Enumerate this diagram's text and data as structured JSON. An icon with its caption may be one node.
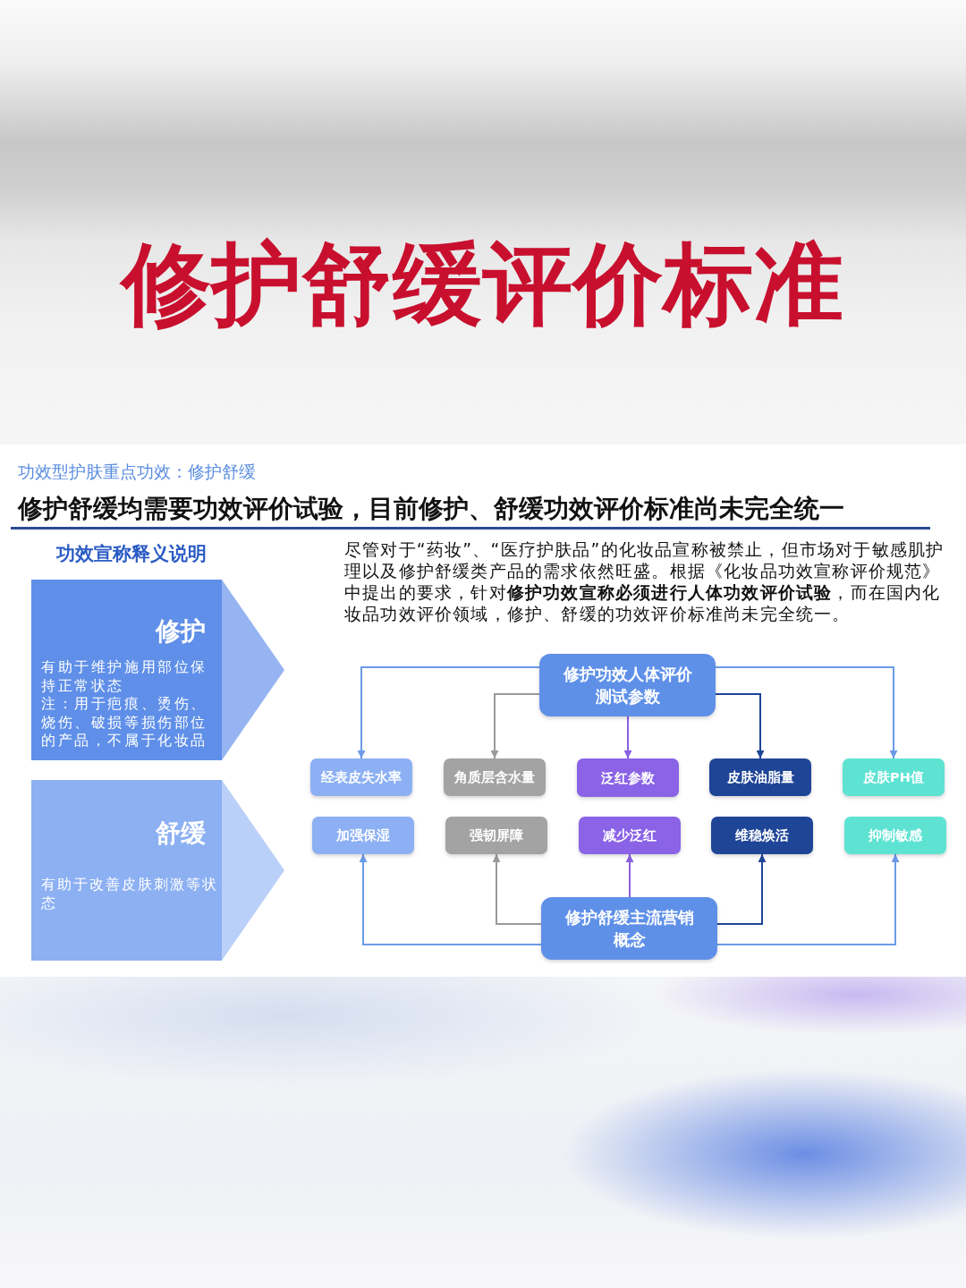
{
  "diagram": {
    "title": "修护舒缓评价标准",
    "nodes": [
      {
        "text": [
          "修护",
          "有助于维护施用部位保持正常状态",
          "注：用于疤痕、烫伤、烧伤、破损等损伤部位的产品，不属于化妆品"
        ]
      },
      {
        "text": [
          "舒缓",
          "有助于改善皮肤刺激等状态"
        ]
      },
      {
        "text": [
          "修护功效人体评价测试参数"
        ]
      },
      {
        "text": [
          "经表皮失水率"
        ]
      },
      {
        "text": [
          "角质层含水量"
        ]
      },
      {
        "text": [
          "泛红参数"
        ]
      },
      {
        "text": [
          "皮肤油脂量"
        ]
      },
      {
        "text": [
          "皮肤PH值"
        ]
      },
      {
        "text": [
          "加强保湿"
        ]
      },
      {
        "text": [
          "强韧屏障"
        ]
      },
      {
        "text": [
          "减少泛红"
        ]
      },
      {
        "text": [
          "维稳焕活"
        ]
      },
      {
        "text": [
          "抑制敏感"
        ]
      },
      {
        "text": [
          "修护舒缓主流营销概念"
        ]
      }
    ],
    "edges": [
      {
        "from": 2,
        "to": 3,
        "arrow": "to"
      },
      {
        "from": 2,
        "to": 4,
        "arrow": "to",
        "color": "#9a9a9a"
      },
      {
        "from": 2,
        "to": 5,
        "arrow": "to",
        "color": "#8a5fe0"
      },
      {
        "from": 2,
        "to": 6,
        "arrow": "to",
        "color": "#1f4597"
      },
      {
        "from": 2,
        "to": 7,
        "arrow": "to"
      },
      {
        "from": 13,
        "to": 8,
        "arrow": "to"
      },
      {
        "from": 13,
        "to": 9,
        "arrow": "to",
        "color": "#9a9a9a"
      },
      {
        "from": 13,
        "to": 10,
        "arrow": "to",
        "color": "#8a5fe0"
      },
      {
        "from": 13,
        "to": 11,
        "arrow": "to",
        "color": "#1f4597"
      },
      {
        "from": 13,
        "to": 12,
        "arrow": "to"
      }
    ],
    "labels": [
      "功效型护肤重点功效：修护舒缓",
      "修护舒缓均需要功效评价试验，目前修护、舒缓功效评价标准尚未完全统一",
      "功效宣称释义说明",
      "尽管对于“药妆”、“医疗护肤品”的化妆品宣称被禁止，但市场对于敏感肌护理以及修护舒缓类产品的需求依然旺盛。根据《化妆品功效宣称评价规范》中提出的要求，针对**修护功效宣称必须进行人体功效评价试验**，而在国内化妆品功效评价领域，修护、舒缓的功效评价标准尚未完全统一。"
    ]
  }
}
